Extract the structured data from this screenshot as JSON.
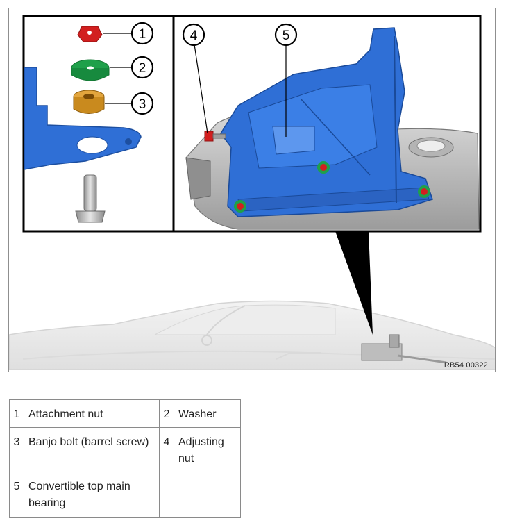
{
  "figure": {
    "code": "RB54 00322",
    "callouts": [
      "1",
      "2",
      "3",
      "4",
      "5"
    ]
  },
  "legend": {
    "rows": [
      [
        {
          "num": "1",
          "label": "Attachment nut"
        },
        {
          "num": "2",
          "label": "Washer"
        }
      ],
      [
        {
          "num": "3",
          "label": "Banjo bolt (barrel screw)"
        },
        {
          "num": "4",
          "label": "Adjusting nut"
        }
      ],
      [
        {
          "num": "5",
          "label": "Convertible top main bearing"
        },
        {
          "num": "",
          "label": ""
        }
      ]
    ]
  },
  "colors": {
    "part_blue": "#2f6fd6",
    "nut_red": "#d21f1f",
    "washer_green": "#1fa04a",
    "bolt_orange": "#c98a1e",
    "frame_black": "#000000"
  }
}
